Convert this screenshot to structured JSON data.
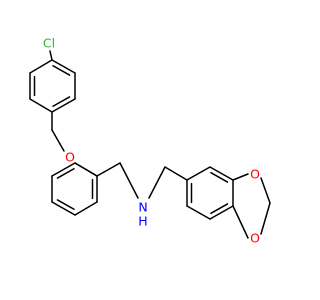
{
  "molecule": {
    "atoms": {
      "chlorine": {
        "label": "Cl",
        "color": "#32b432"
      },
      "ether_oxygen": {
        "label": "O",
        "color": "#ff0000"
      },
      "amine_nitrogen": {
        "label": "N",
        "color": "#0000ff"
      },
      "amine_hydrogen": {
        "label": "H",
        "color": "#0000ff"
      },
      "dioxole_oxygen_upper": {
        "label": "O",
        "color": "#ff0000"
      },
      "dioxole_oxygen_lower": {
        "label": "O",
        "color": "#ff0000"
      }
    },
    "bond_color": "#000000"
  }
}
